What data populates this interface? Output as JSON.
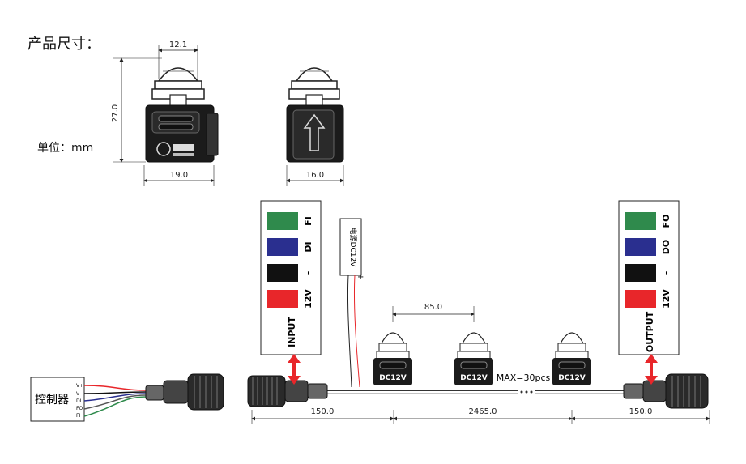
{
  "title": "产品尺寸：",
  "unit_label": "单位：mm",
  "dims": {
    "top_width": "12.1",
    "height": "27.0",
    "front_width": "19.0",
    "side_width": "16.0",
    "pitch": "85.0",
    "lead_in": "150.0",
    "total": "2465.0",
    "lead_out": "150.0"
  },
  "input_box": {
    "title": "INPUT",
    "rows": [
      {
        "label": "FI",
        "color": "#2f8a4c"
      },
      {
        "label": "DI",
        "color": "#2a2f8f"
      },
      {
        "label": "-",
        "color": "#111111"
      },
      {
        "label": "12V",
        "color": "#e8262a"
      }
    ]
  },
  "output_box": {
    "title": "OUTPUT",
    "rows": [
      {
        "label": "FO",
        "color": "#2f8a4c"
      },
      {
        "label": "DO",
        "color": "#2a2f8f"
      },
      {
        "label": "-",
        "color": "#111111"
      },
      {
        "label": "12V",
        "color": "#e8262a"
      }
    ]
  },
  "power_tag": {
    "text": "电源DC12V",
    "plus": "+"
  },
  "node_label": "DC12V",
  "max_label": "MAX=30pcs",
  "controller": {
    "label": "控制器",
    "pins": [
      "V+",
      "V-",
      "DI",
      "FO",
      "FI"
    ]
  },
  "colors": {
    "red": "#e8262a",
    "green": "#2f8a4c",
    "blue": "#2a2f8f",
    "black": "#111111"
  }
}
